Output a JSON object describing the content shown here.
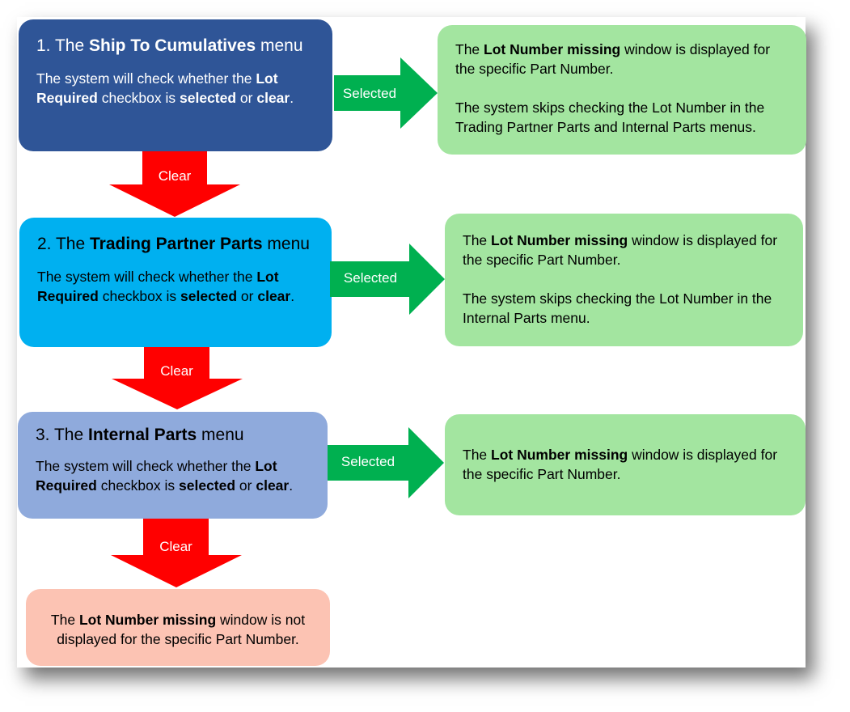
{
  "colors": {
    "step1": "#2f5597",
    "step2": "#00b0f0",
    "step3": "#8faadc",
    "outcome_selected": "#a3e5a0",
    "outcome_clear": "#fcc3b3",
    "arrow_selected": "#00b050",
    "arrow_clear": "#ff0000"
  },
  "steps": [
    {
      "number": "1.",
      "title_pre": " The ",
      "title_bold": "Ship To Cumulatives",
      "title_post": " menu",
      "body": {
        "t1": "The system will check whether the ",
        "b1": "Lot Required",
        "t2": " checkbox is ",
        "b2": "selected",
        "t3": " or ",
        "b3": "clear",
        "t4": "."
      }
    },
    {
      "number": "2.",
      "title_pre": " The ",
      "title_bold": "Trading Partner Parts",
      "title_post": " menu",
      "body": {
        "t1": "The system will check whether the ",
        "b1": "Lot Required",
        "t2": " checkbox is ",
        "b2": "selected",
        "t3": " or ",
        "b3": "clear",
        "t4": "."
      }
    },
    {
      "number": "3.",
      "title_pre": " The ",
      "title_bold": "Internal Parts",
      "title_post": " menu",
      "body": {
        "t1": "The system will check whether the ",
        "b1": "Lot Required",
        "t2": " checkbox is ",
        "b2": "selected",
        "t3": " or ",
        "b3": "clear",
        "t4": "."
      }
    }
  ],
  "arrows": {
    "selected_label": "Selected",
    "clear_label": "Clear"
  },
  "outcomes": [
    {
      "p1_pre": "The ",
      "p1_bold": "Lot Number missing",
      "p1_post": " window is displayed for the specific Part Number.",
      "p2": "The system skips checking the Lot Number in the Trading Partner Parts and Internal Parts menus."
    },
    {
      "p1_pre": "The ",
      "p1_bold": "Lot Number missing",
      "p1_post": " window is displayed for the specific Part Number.",
      "p2": "The system skips checking the Lot Number in the Internal Parts menu."
    },
    {
      "p1_pre": "The ",
      "p1_bold": "Lot Number missing",
      "p1_post": " window is displayed for the specific Part Number."
    }
  ],
  "final_outcome": {
    "pre": "The ",
    "bold": "Lot Number missing",
    "post": " window is not displayed for the specific Part Number."
  }
}
